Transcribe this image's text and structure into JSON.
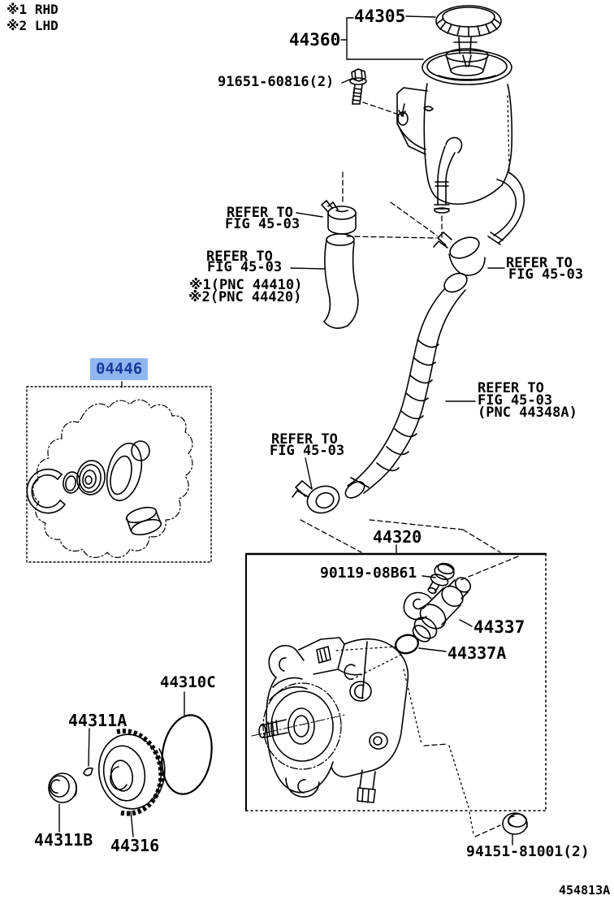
{
  "figure": {
    "code": "454813A"
  },
  "legend": {
    "note1": "※1 RHD",
    "note2": "※2 LHD"
  },
  "colors": {
    "highlight_bg": "#8fb6f0",
    "highlight_text": "#1a3a9e",
    "line": "#000000",
    "background": "#ffffff"
  },
  "parts": {
    "cap": "44305",
    "reservoir_assy": "44360",
    "reservoir_bolt": "91651-60816(2)",
    "gasket_kit": "04446",
    "pump_assy": "44320",
    "union_bolt": "90119-08B61",
    "union": "44337",
    "union_oring": "44337A",
    "pulley_oring": "44310C",
    "woodruff_key": "44311A",
    "shaft_nut": "44311B",
    "pulley": "44316",
    "mount_nut": "94151-81001(2)"
  },
  "references": {
    "clamp_upper": {
      "line1": "REFER TO",
      "line2": "FIG 45-03"
    },
    "hose_upper": {
      "line1": "REFER TO",
      "line2": "FIG 45-03",
      "note1": "※1(PNC 44410)",
      "note2": "※2(PNC 44420)"
    },
    "clamp_reservoir": {
      "line1": "REFER TO",
      "line2": "FIG 45-03"
    },
    "suction_hose": {
      "line1": "REFER TO",
      "line2": "FIG 45-03",
      "line3": "(PNC 44348A)"
    },
    "clamp_lower": {
      "line1": "REFER TO",
      "line2": "FIG 45-03"
    }
  }
}
